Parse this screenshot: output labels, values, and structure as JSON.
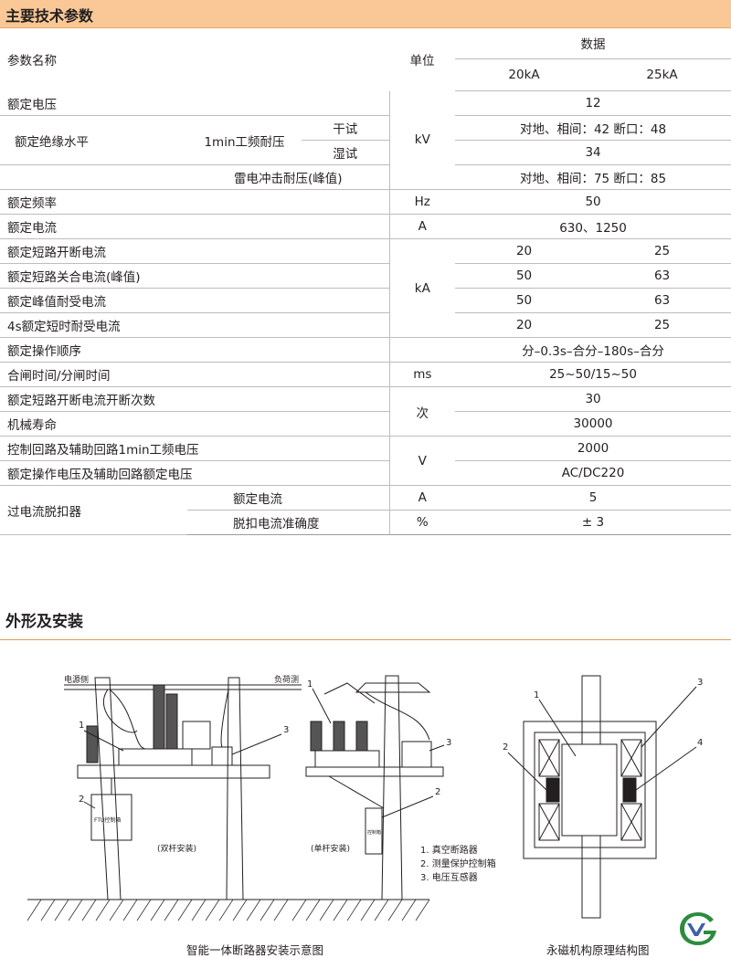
{
  "section1_title": "主要技术参数",
  "table": {
    "hdr_param": "参数名称",
    "hdr_unit": "单位",
    "hdr_data": "数据",
    "hdr_20": "20kA",
    "hdr_25": "25kA",
    "r_voltage": "额定电压",
    "v_voltage": "12",
    "r_insul": "额定绝缘水平",
    "r_1min": "1min工频耐压",
    "r_dry": "干试",
    "r_wet": "湿试",
    "v_dry": "对地、相间：42  断口：48",
    "v_wet": "34",
    "r_lightning": "雷电冲击耐压(峰值)",
    "v_lightning": "对地、相间：75  断口：85",
    "u_kv": "kV",
    "r_freq": "额定频率",
    "u_hz": "Hz",
    "v_freq": "50",
    "r_current": "额定电流",
    "u_a": "A",
    "v_current": "630、1250",
    "r_break": "额定短路开断电流",
    "v_break_20": "20",
    "v_break_25": "25",
    "r_make": "额定短路关合电流(峰值)",
    "v_make_20": "50",
    "v_make_25": "63",
    "r_peak": "额定峰值耐受电流",
    "v_peak_20": "50",
    "v_peak_25": "63",
    "r_short": "4s额定短时耐受电流",
    "v_short_20": "20",
    "v_short_25": "25",
    "u_ka": "kA",
    "r_seq": "额定操作顺序",
    "v_seq": "分–0.3s–合分–180s–合分",
    "r_time": "合闸时间/分闸时间",
    "u_ms": "ms",
    "v_time": "25~50/15~50",
    "r_breakcount": "额定短路开断电流开断次数",
    "v_breakcount": "30",
    "u_ci": "次",
    "r_mech": "机械寿命",
    "v_mech": "30000",
    "r_ctrl": "控制回路及辅助回路1min工频电压",
    "v_ctrl": "2000",
    "u_v": "V",
    "r_opv": "额定操作电压及辅助回路额定电压",
    "v_opv": "AC/DC220",
    "r_oc": "过电流脱扣器",
    "r_oc_cur": "额定电流",
    "u_oc_a": "A",
    "v_oc_cur": "5",
    "r_oc_acc": "脱扣电流准确度",
    "u_pct": "%",
    "v_oc_acc": "± 3"
  },
  "section2_title": "外形及安装",
  "fig": {
    "power_side": "电源侧",
    "load_side": "负荷测",
    "double_pole": "(双杆安装)",
    "single_pole": "(单杆安装)",
    "ftu_label": "FTU控制箱",
    "box_label": "控制箱",
    "n1": "1",
    "n2": "2",
    "n3": "3",
    "n4": "4",
    "legend1": "1. 真空断路器",
    "legend2": "2. 测量保护控制箱",
    "legend3": "3. 电压互感器",
    "caption_left": "智能一体断路器安装示意图",
    "caption_right": "永磁机构原理结构图"
  },
  "colors": {
    "banner": "#f9c896",
    "section_rule": "#e49a55",
    "logo_green": "#2e8b3e"
  }
}
